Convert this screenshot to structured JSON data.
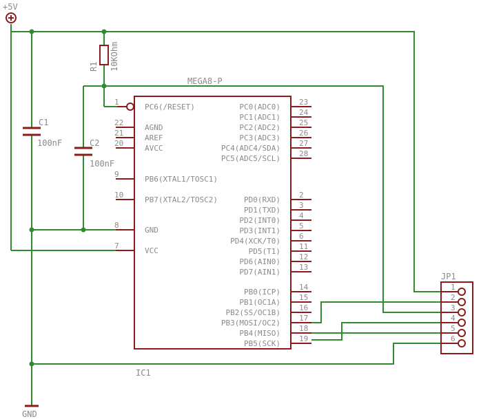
{
  "power": {
    "vcc_label": "+5V",
    "gnd_label": "GND"
  },
  "ic": {
    "name": "MEGA8-P",
    "ref": "IC1"
  },
  "left_pins": [
    {
      "num": "1",
      "label": "PC6(/RESET)"
    },
    {
      "num": "22",
      "label": "AGND"
    },
    {
      "num": "21",
      "label": "AREF"
    },
    {
      "num": "20",
      "label": "AVCC"
    },
    {
      "num": "9",
      "label": "PB6(XTAL1/TOSC1)"
    },
    {
      "num": "10",
      "label": "PB7(XTAL2/TOSC2)"
    },
    {
      "num": "8",
      "label": "GND"
    },
    {
      "num": "7",
      "label": "VCC"
    }
  ],
  "right_pins": [
    {
      "num": "23",
      "label": "PC0(ADC0)"
    },
    {
      "num": "24",
      "label": "PC1(ADC1)"
    },
    {
      "num": "25",
      "label": "PC2(ADC2)"
    },
    {
      "num": "26",
      "label": "PC3(ADC3)"
    },
    {
      "num": "27",
      "label": "PC4(ADC4/SDA)"
    },
    {
      "num": "28",
      "label": "PC5(ADC5/SCL)"
    },
    {
      "num": "2",
      "label": "PD0(RXD)"
    },
    {
      "num": "3",
      "label": "PD1(TXD)"
    },
    {
      "num": "4",
      "label": "PD2(INT0)"
    },
    {
      "num": "5",
      "label": "PD3(INT1)"
    },
    {
      "num": "6",
      "label": "PD4(XCK/T0)"
    },
    {
      "num": "11",
      "label": "PD5(T1)"
    },
    {
      "num": "12",
      "label": "PD6(AIN0)"
    },
    {
      "num": "13",
      "label": "PD7(AIN1)"
    },
    {
      "num": "14",
      "label": "PB0(ICP)"
    },
    {
      "num": "15",
      "label": "PB1(OC1A)"
    },
    {
      "num": "16",
      "label": "PB2(SS/OC1B)"
    },
    {
      "num": "17",
      "label": "PB3(MOSI/OC2)"
    },
    {
      "num": "18",
      "label": "PB4(MISO)"
    },
    {
      "num": "19",
      "label": "PB5(SCK)"
    }
  ],
  "resistor": {
    "ref": "R1",
    "value": "10KOhm"
  },
  "capacitors": [
    {
      "ref": "C1",
      "value": "100nF"
    },
    {
      "ref": "C2",
      "value": "100nF"
    }
  ],
  "connector": {
    "ref": "JP1",
    "pins": [
      "1",
      "2",
      "3",
      "4",
      "5",
      "6"
    ]
  },
  "colors": {
    "wire": "#2e8b2e",
    "component": "#8b1a1a",
    "label": "#8a8a8a"
  }
}
